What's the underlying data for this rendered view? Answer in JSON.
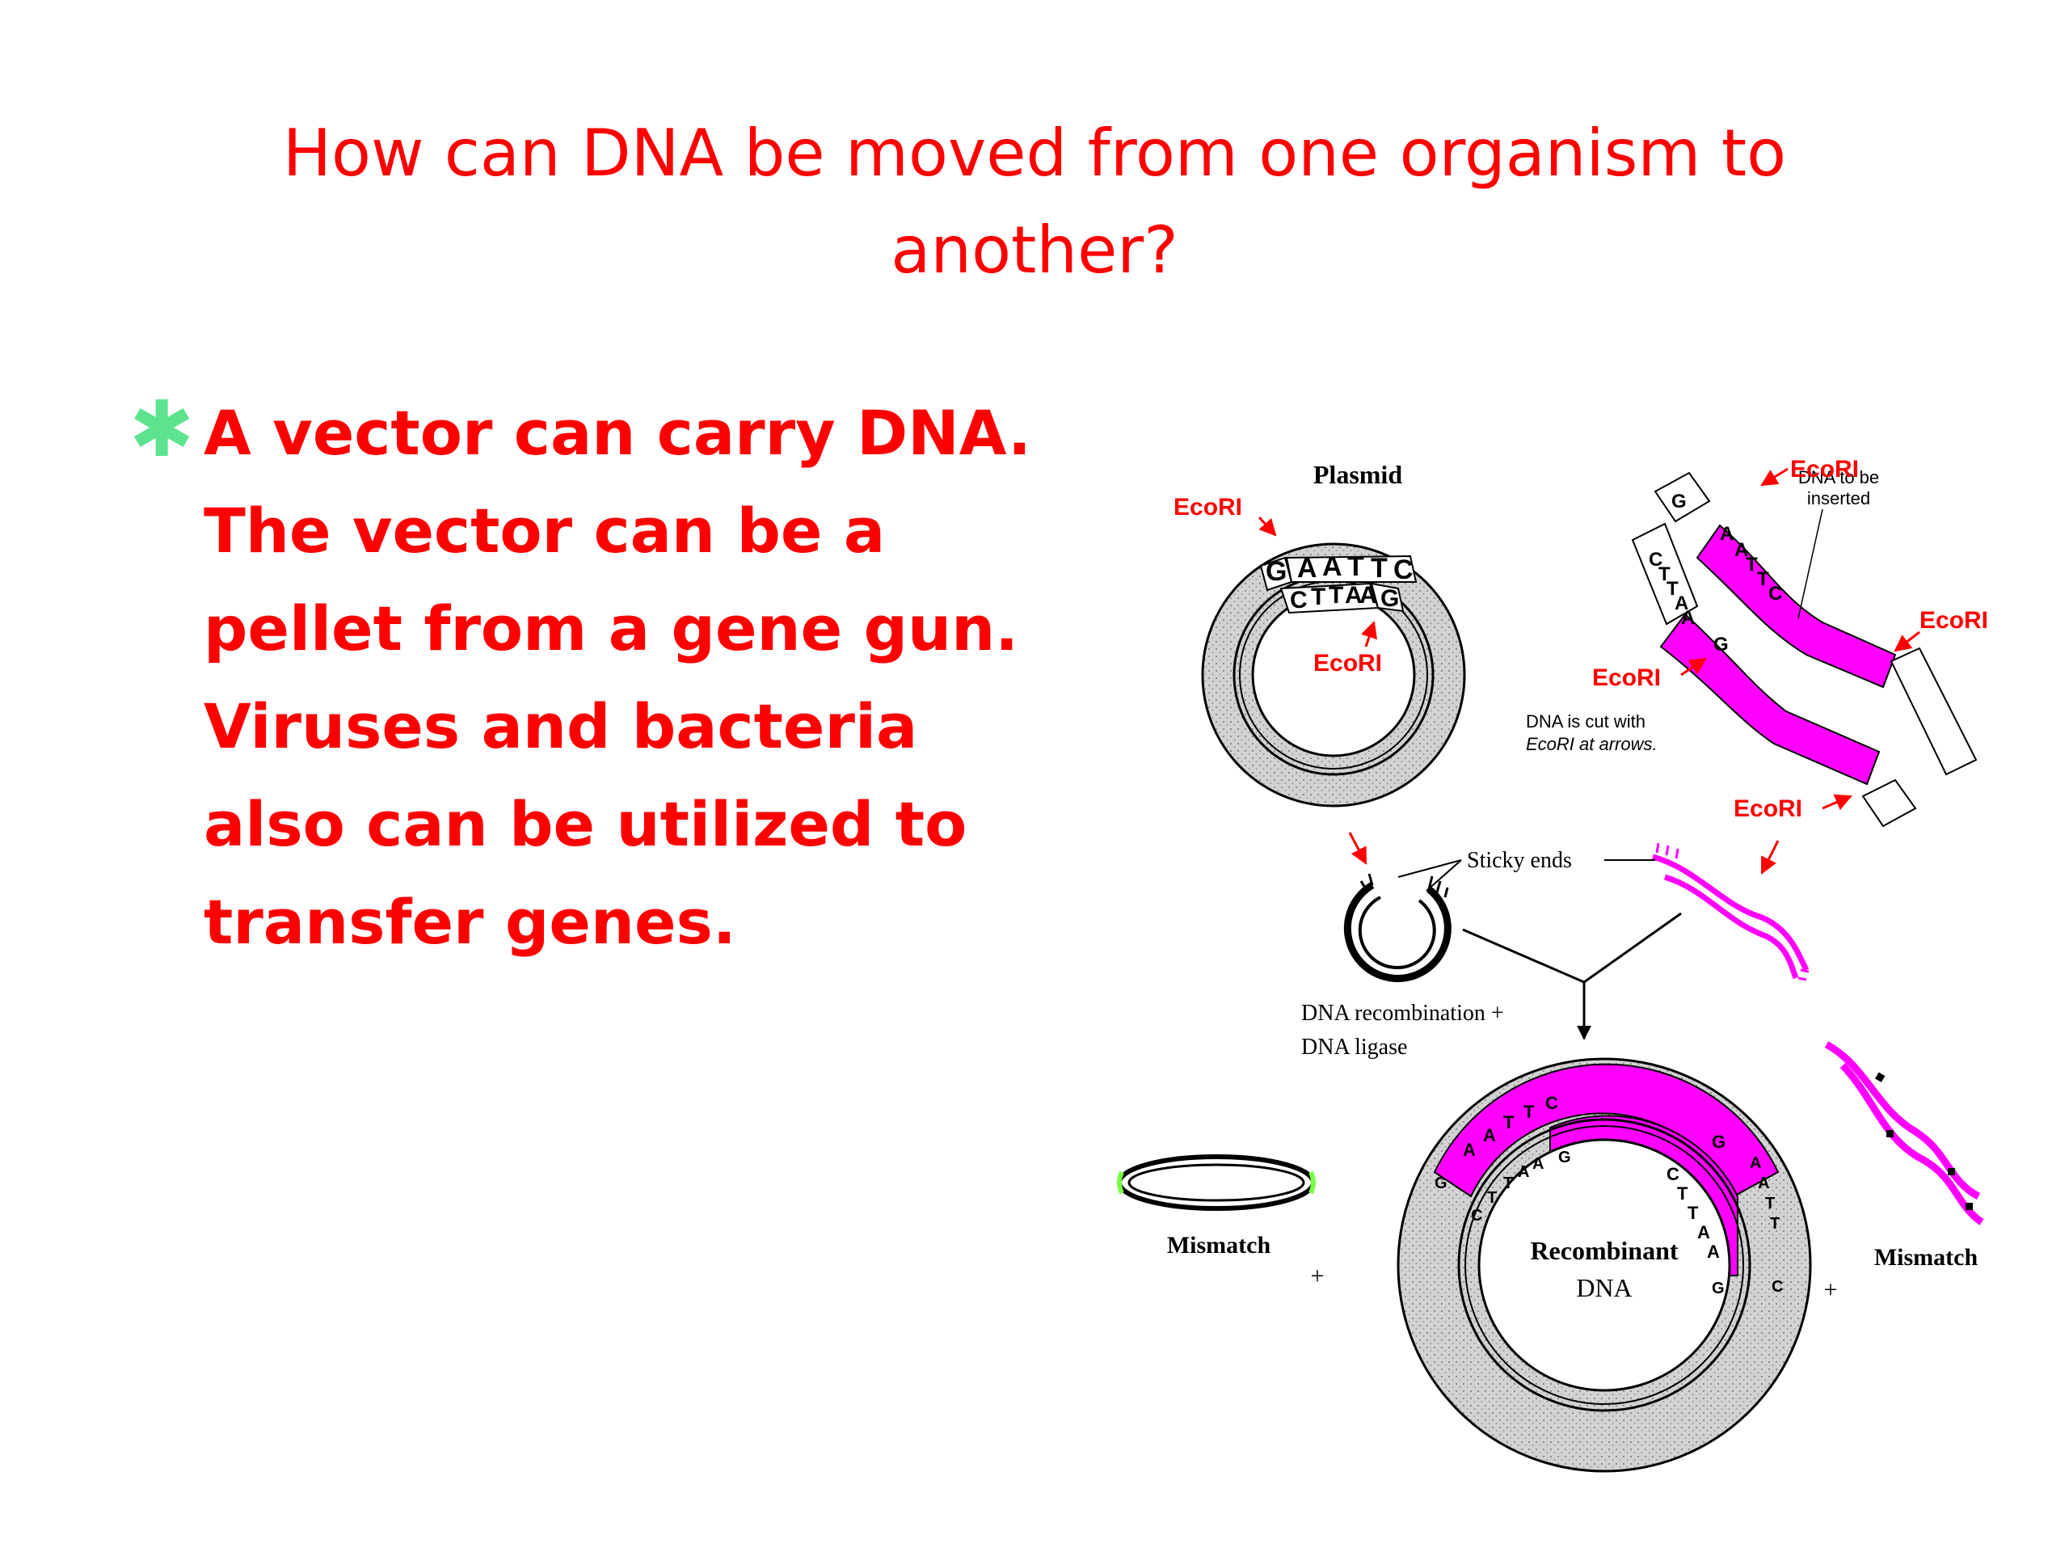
{
  "slide": {
    "title_line1": "How can DNA be moved from one organism to",
    "title_line2": "another?",
    "bullet_lines": [
      "A vector can carry DNA.",
      "The vector can be a",
      "pellet from a gene gun.",
      "Viruses and bacteria",
      "also can be utilized to",
      "transfer genes."
    ]
  },
  "diagram": {
    "plasmid_label": "Plasmid",
    "enzyme_label": "EcoRI",
    "insert_label_line1": "DNA to be",
    "insert_label_line2": "inserted",
    "cut_note_line1": "DNA is cut with",
    "cut_note_line2": "EcoRI at arrows.",
    "sticky_ends_label": "Sticky ends",
    "recombination_line1": "DNA recombination +",
    "recombination_line2": "DNA ligase",
    "recombinant_line1": "Recombinant",
    "recombinant_line2": "DNA",
    "mismatch_label": "Mismatch",
    "plus": "+",
    "plasmid_top_letters": [
      "G",
      "A",
      "A",
      "T",
      "T",
      "C"
    ],
    "plasmid_bottom_letters": [
      "C",
      "T",
      "T",
      "A",
      "A",
      "G"
    ],
    "fragment_top_letters": [
      "G",
      "A",
      "A",
      "T",
      "T",
      "C"
    ],
    "fragment_bottom_letters": [
      "C",
      "T",
      "T",
      "A",
      "A",
      "G"
    ],
    "recomb_left_outer": [
      "A",
      "A",
      "T",
      "T",
      "C"
    ],
    "recomb_left_inner": [
      "G",
      "C",
      "T",
      "T",
      "A",
      "A",
      "G"
    ],
    "recomb_right_inner": [
      "G",
      "C",
      "T",
      "T",
      "A",
      "A"
    ],
    "recomb_right_outer": [
      "G",
      "A",
      "A",
      "T",
      "T",
      "C"
    ],
    "colors": {
      "title": "#ff0000",
      "text": "#ff0000",
      "bullet": "#5de38e",
      "insert_dna": "#ff00ff",
      "plasmid_fill": "#cfcfcf",
      "mismatch_ends": "#7cff4a"
    }
  }
}
